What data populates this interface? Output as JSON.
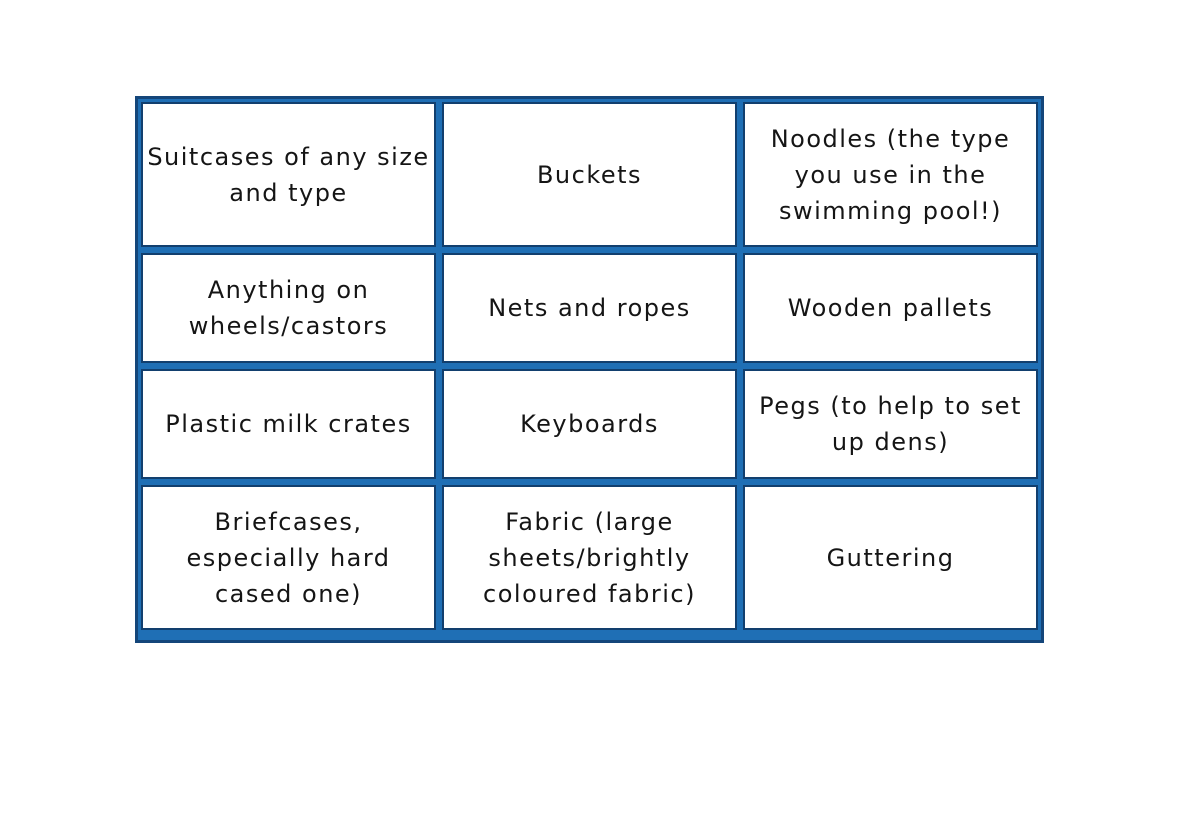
{
  "items": [
    "Suitcases of any size and type",
    "Buckets",
    "Noodles (the type you use in the swimming pool!)",
    "Anything on wheels/castors",
    "Nets and ropes",
    "Wooden pallets",
    "Plastic milk crates",
    "Keyboards",
    "Pegs (to help to set up dens)",
    "Briefcases, especially hard cased one)",
    "Fabric (large sheets/brightly coloured fabric)",
    "Guttering"
  ],
  "colors": {
    "outer_border": "#14467a",
    "inner_fill": "#1f6fb5",
    "cell_border": "#123f6e"
  }
}
